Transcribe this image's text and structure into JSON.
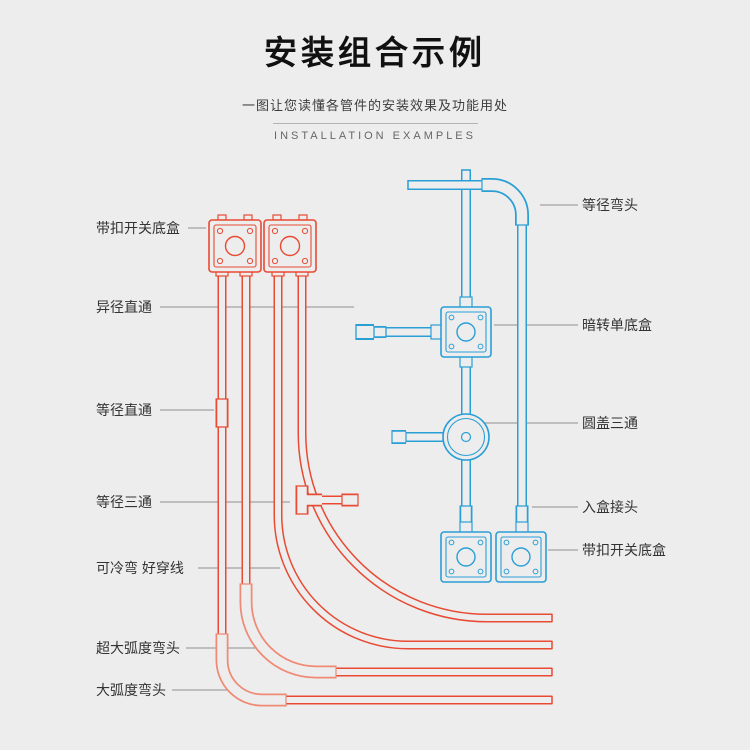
{
  "page": {
    "title": "安装组合示例",
    "subtitle": "一图让您读懂各管件的安装效果及功能用处",
    "subtitle_en": "INSTALLATION EXAMPLES"
  },
  "colors": {
    "bg": "#ededed",
    "red": "#e84a33",
    "red_light": "#ef8a75",
    "blue": "#2a9fd6",
    "leader": "#8f8f8f",
    "text": "#333333"
  },
  "labels": {
    "left": [
      {
        "text": "带扣开关底盒"
      },
      {
        "text": "异径直通"
      },
      {
        "text": "等径直通"
      },
      {
        "text": "等径三通"
      },
      {
        "text": "可冷弯 好穿线"
      },
      {
        "text": "超大弧度弯头"
      },
      {
        "text": "大弧度弯头"
      }
    ],
    "right": [
      {
        "text": "等径弯头"
      },
      {
        "text": "暗转单底盒"
      },
      {
        "text": "圆盖三通"
      },
      {
        "text": "入盒接头"
      },
      {
        "text": "带扣开关底盒"
      }
    ]
  }
}
